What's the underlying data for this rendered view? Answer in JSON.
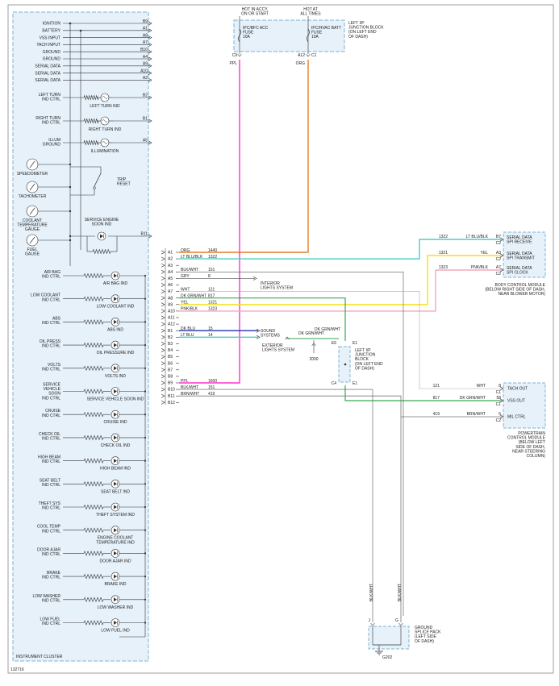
{
  "cluster": {
    "title": "INSTRUMENT CLUSTER",
    "top_signals": [
      {
        "label": "IGNITION",
        "pin": "B9"
      },
      {
        "label": "BATTERY",
        "pin": "A1"
      },
      {
        "label": "VSS INPUT",
        "pin": "A8"
      },
      {
        "label": "TACH INPUT",
        "pin": "A7"
      },
      {
        "label": "GROUND",
        "pin": "B10"
      },
      {
        "label": "GROUND",
        "pin": "A4"
      },
      {
        "label": "SERIAL DATA",
        "pin": "A9"
      },
      {
        "label": "SERIAL DATA",
        "pin": "A10"
      },
      {
        "label": "SERIAL DATA",
        "pin": "A2"
      }
    ],
    "bulbs": [
      {
        "ctrl": [
          "LEFT TURN",
          "IND CTRL"
        ],
        "name": [
          "LEFT TURN IND"
        ],
        "pin": "B2"
      },
      {
        "ctrl": [
          "RIGHT TURN",
          "IND CTRL"
        ],
        "name": [
          "RIGHT TURN IND"
        ],
        "pin": "B1"
      },
      {
        "ctrl": [
          "ILLUM",
          "GROUND"
        ],
        "name": [
          "ILLUMINATION"
        ],
        "pin": "A5"
      }
    ],
    "gauges": [
      {
        "name": [
          "SPEEDOMETER"
        ]
      },
      {
        "name": [
          "TACHOMETER"
        ]
      },
      {
        "name": [
          "COOLANT",
          "TEMPERATURE",
          "GAUGE"
        ]
      },
      {
        "name": [
          "FUEL",
          "GAUGE"
        ]
      }
    ],
    "trip_reset": [
      "TRIP",
      "RESET"
    ],
    "ses": {
      "name": [
        "SERVICE ENGINE",
        "SOON IND"
      ],
      "pin": "B11"
    },
    "leds": [
      {
        "ctrl": [
          "AIR BAG",
          "IND CTRL"
        ],
        "name": [
          "AIR BAG IND"
        ]
      },
      {
        "ctrl": [
          "LOW COOLANT",
          "IND CTRL"
        ],
        "name": [
          "LOW COOLANT IND"
        ]
      },
      {
        "ctrl": [
          "ABS",
          "IND CTRL"
        ],
        "name": [
          "ABS IND"
        ]
      },
      {
        "ctrl": [
          "OIL PRESS",
          "IND CTRL"
        ],
        "name": [
          "OIL PRESSURE IND"
        ]
      },
      {
        "ctrl": [
          "VOLTS",
          "IND CTRL"
        ],
        "name": [
          "VOLTS IND"
        ]
      },
      {
        "ctrl": [
          "SERVICE",
          "VEHICLE",
          "SOON",
          "IND CTRL"
        ],
        "name": [
          "SERVICE VEHICLE SOON IND"
        ]
      },
      {
        "ctrl": [
          "CRUISE",
          "IND CTRL"
        ],
        "name": [
          "CRUISE IND"
        ]
      },
      {
        "ctrl": [
          "CHECK OIL",
          "IND CTRL"
        ],
        "name": [
          "CHECK OIL IND"
        ]
      },
      {
        "ctrl": [
          "HIGH BEAM",
          "IND CTRL"
        ],
        "name": [
          "HIGH BEAM IND"
        ]
      },
      {
        "ctrl": [
          "SEAT BELT",
          "IND CTRL"
        ],
        "name": [
          "SEAT BELT IND"
        ]
      },
      {
        "ctrl": [
          "THEFT SYS",
          "IND CTRL"
        ],
        "name": [
          "THEFT SYSTEM IND"
        ]
      },
      {
        "ctrl": [
          "COOL TEMP",
          "IND CTRL"
        ],
        "name": [
          "ENGINE COOLANT",
          "TEMPERATURE IND"
        ]
      },
      {
        "ctrl": [
          "DOOR AJAR",
          "IND CTRL"
        ],
        "name": [
          "DOOR AJAR IND"
        ]
      },
      {
        "ctrl": [
          "BRAKE",
          "IND CTRL"
        ],
        "name": [
          "BRAKE IND"
        ]
      },
      {
        "ctrl": [
          "LOW WASHER",
          "IND CTRL"
        ],
        "name": [
          "LOW WASHER IND"
        ]
      },
      {
        "ctrl": [
          "LOW FUEL",
          "IND CTRL"
        ],
        "name": [
          "LOW FUEL IND"
        ]
      }
    ]
  },
  "fuse_block": {
    "heads": [
      [
        "HOT IN ACCY,",
        "ON OR START"
      ],
      [
        "HOT AT",
        "ALL TIMES"
      ]
    ],
    "fuses": [
      [
        "IPC/BFC ACC",
        "FUSE",
        "10A"
      ],
      [
        "IPC/HVAC BATT",
        "FUSE",
        "10A"
      ]
    ],
    "label": [
      "LEFT I/P",
      "JUNCTION BLOCK",
      "(ON LEFT END",
      "OF DASH)"
    ],
    "pins": [
      "C9",
      "A12",
      "C1"
    ],
    "wires": [
      "PPL",
      "ORG"
    ]
  },
  "connector_pins": [
    "A1",
    "A2",
    "A3",
    "A4",
    "A5",
    "A6",
    "A7",
    "A8",
    "A9",
    "A10",
    "A11",
    "A12",
    "B1",
    "B2",
    "B3",
    "B4",
    "B5",
    "B6",
    "B7",
    "B8",
    "B9",
    "B10",
    "B11",
    "B12"
  ],
  "wires": [
    {
      "pin": "A1",
      "color": "ORG",
      "circuit": "1440"
    },
    {
      "pin": "A2",
      "color": "LT BLU/BLK",
      "circuit": "1322"
    },
    {
      "pin": "A4",
      "color": "BLK/WHT",
      "circuit": "151"
    },
    {
      "pin": "A5",
      "color": "GRY",
      "circuit": "8"
    },
    {
      "pin": "A7",
      "color": "WHT",
      "circuit": "121"
    },
    {
      "pin": "A8",
      "color": "DK GRN/WHT",
      "circuit": "817"
    },
    {
      "pin": "A9",
      "color": "YEL",
      "circuit": "1321"
    },
    {
      "pin": "A10",
      "color": "PNK/BLK",
      "circuit": "1323"
    },
    {
      "pin": "B1",
      "color": "DK BLU",
      "circuit": "15"
    },
    {
      "pin": "B2",
      "color": "LT BLU",
      "circuit": "14"
    },
    {
      "pin": "B9",
      "color": "PPL",
      "circuit": "1600"
    },
    {
      "pin": "B10",
      "color": "BLK/WHT",
      "circuit": "151"
    },
    {
      "pin": "B11",
      "color": "BRN/WHT",
      "circuit": "419"
    }
  ],
  "interior_lights": [
    "INTERIOR",
    "LIGHTS SYSTEM"
  ],
  "exterior_lights": [
    "EXTERIOR",
    "LIGHTS SYSTEM"
  ],
  "sound_systems": [
    "SOUND",
    "SYSTEMS"
  ],
  "jb_right": {
    "label": [
      "LEFT I/P",
      "JUNCTION",
      "BLOCK",
      "(ON LEFT END",
      "OF DASH)"
    ],
    "pins": [
      "E6",
      "E1",
      "C4",
      "E1"
    ],
    "wire_label": "DK GRN/WHT",
    "splice": "2000"
  },
  "bcm": {
    "rows": [
      {
        "circuit": "1322",
        "color": "LT BLU/BLK",
        "pin": "B7",
        "pin2": "C2",
        "fn": [
          "SERIAL DATA",
          "SPI RECEIVE"
        ]
      },
      {
        "circuit": "1321",
        "color": "YEL",
        "pin": "A3",
        "pin2": "C2",
        "fn": [
          "SERIAL DATA",
          "SPI TRANSMIT"
        ]
      },
      {
        "circuit": "1323",
        "color": "PNK/BLK",
        "pin": "A7",
        "pin2": "C2",
        "fn": [
          "SERIAL DATA",
          "SPI CLOCK"
        ]
      }
    ],
    "label": [
      "BODY CONTROL MODULE",
      "(BELOW RIGHT SIDE OF DASH,",
      "NEAR BLOWER MOTOR)"
    ]
  },
  "pcm": {
    "rows": [
      {
        "circuit": "121",
        "color": "WHT",
        "pin": "8",
        "pin2": "C1",
        "fn": "TACH OUT"
      },
      {
        "circuit": "817",
        "color": "DK GRN/WHT",
        "pin": "58",
        "pin2": "C1",
        "fn": "VSS OUT"
      },
      {
        "circuit": "419",
        "color": "BRN/WHT",
        "pin": "5",
        "pin2": "C2",
        "fn": "MIL CTRL"
      }
    ],
    "label": [
      "POWERTRAIN",
      "CONTROL MODULE",
      "(BELOW LEFT",
      "SIDE OF DASH,",
      "NEAR STEERING",
      "COLUMN)"
    ]
  },
  "ground": {
    "wires": [
      "BLK/WHT",
      "BLK/WHT"
    ],
    "pins": [
      "J",
      "G"
    ],
    "label": [
      "GROUND",
      "SPLICE PACK",
      "(LEFT SIDE",
      "OF DASH)"
    ],
    "name": "G202"
  },
  "figure_id": "132716"
}
